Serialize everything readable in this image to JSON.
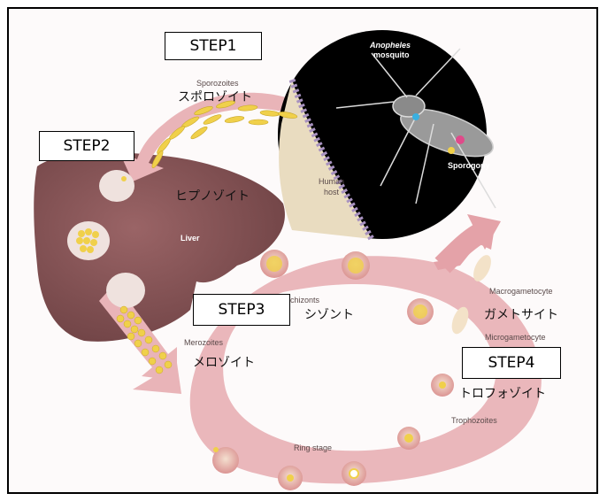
{
  "steps": {
    "step1": "STEP1",
    "step2": "STEP2",
    "step3": "STEP3",
    "step4": "STEP4"
  },
  "labels_en": {
    "anopheles_1": "Anopheles",
    "anopheles_2": "mosquito",
    "sporozoites": "Sporozoites",
    "human_1": "Human",
    "human_2": "host",
    "sporogony": "Sporogony",
    "liver": "Liver",
    "schizonts": "Schizonts",
    "merozoites": "Merozoites",
    "macrogametocyte": "Macrogametocyte",
    "microgametocyte": "Microgametocyte",
    "trophozoites": "Trophozoites",
    "ring_stage": "Ring stage"
  },
  "labels_jp": {
    "sporozoite": "スポロゾイト",
    "hypnozoite": "ヒプノゾイト",
    "schizont": "シゾント",
    "merozoite": "メロゾイト",
    "gametocyte": "ガメトサイト",
    "trophozoite": "トロフォゾイト"
  },
  "colors": {
    "liver": "#8a5658",
    "arrow_pink": "#e9b4b8",
    "mosquito_bg": "#000000",
    "skin": "#e9dcc0",
    "yellow": "#f0d04a"
  }
}
